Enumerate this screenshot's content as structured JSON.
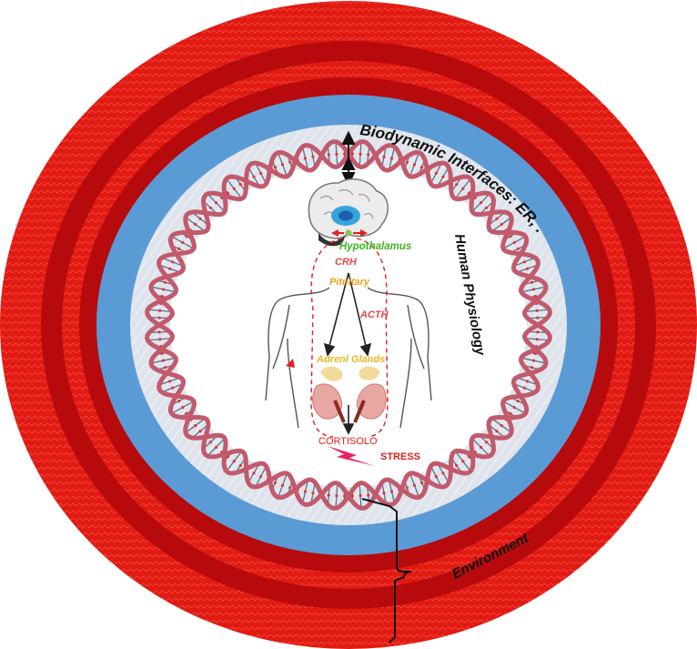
{
  "labels": {
    "biodynamic": "Biodynamic Interfaces: ER, ....",
    "human_physiology": "Human Physiology",
    "environment": "Environment",
    "hypothalamus": "Hypothalamus",
    "crh": "CRH",
    "pituitary": "Pituitary",
    "acth": "ACTH",
    "adrenal_glands": "Adrenl Glands",
    "cortisolo": "CORTISOLO",
    "stress": "STRESS"
  },
  "colors": {
    "outer_red": "#e11a12",
    "dark_red": "#b70a0c",
    "blue_ring": "#5b9bd5",
    "light_ring": "#dfe4ec",
    "dna_strand": "#c25a6b",
    "hypothalamus_text": "#3cb520",
    "pituitary_text": "#e8a317",
    "hormone_text": "#e04a4a",
    "cortisol_text": "#e02020",
    "adrenal_text": "#e8b820",
    "kidney": "#e8a7a0",
    "gland": "#f3d99a"
  }
}
